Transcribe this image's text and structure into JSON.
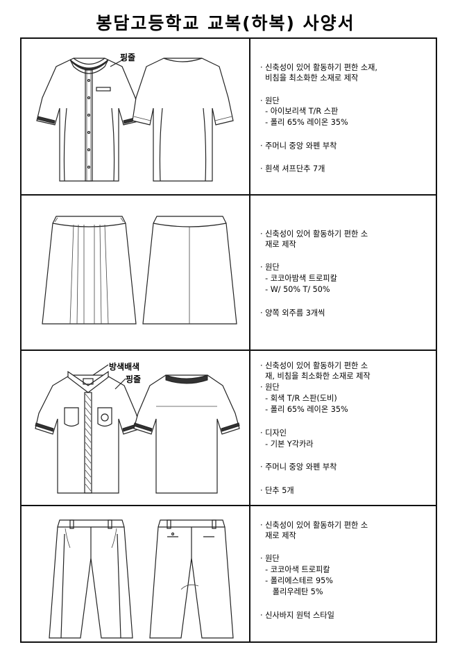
{
  "title": "봉담고등학교 교복(하복) 사양서",
  "rows": [
    {
      "labels": [
        "핑줄"
      ],
      "specs": [
        "· 신축성이 있어 활동하기 편한 소재,",
        "  비침을 최소화한 소재로 제작",
        "",
        "· 원단",
        "  - 아이보리색 T/R 스판",
        "  - 폴리 65% 레이온 35%",
        "",
        "· 주머니 중앙 와펜 부착",
        "",
        "· 흰색 셔프단추 7개"
      ]
    },
    {
      "labels": [],
      "specs": [
        "· 신축성이 있어 활동하기 편한 소",
        "  재로 제작",
        "",
        "· 원단",
        "  - 코코아밤색 트로피칼",
        "  - W/ 50% T/ 50%",
        "",
        "· 양쪽 외주름 3개씩"
      ]
    },
    {
      "labels": [
        "방색배색",
        "핑줄"
      ],
      "specs": [
        "· 신축성이 있어 활동하기 편한 소",
        "  재, 비침을 최소화한 소재로 제작",
        "· 원단",
        "  - 회색 T/R 스판(도비)",
        "  - 폴리 65% 레이온 35%",
        "",
        "· 디자인",
        "  - 기본 Y각카라",
        "",
        "· 주머니 중앙 와펜 부착",
        "",
        "· 단추 5개"
      ]
    },
    {
      "labels": [],
      "specs": [
        "· 신축성이 있어 활동하기 편한 소",
        "  재로 제작",
        "",
        "· 원단",
        "  - 코코아색 트로피칼",
        "  - 폴리에스테르 95%",
        "     폴리우레탄 5%",
        "",
        "· 신사바지 원턱 스타일"
      ]
    }
  ]
}
